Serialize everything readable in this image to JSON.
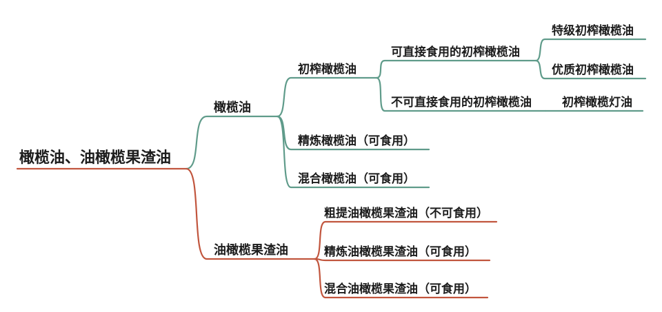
{
  "colors": {
    "green": "#5f9b8a",
    "red": "#c1553d",
    "text": "#1c1c1c",
    "background": "#ffffff"
  },
  "nodes": {
    "root": {
      "label": "橄榄油、油橄榄果渣油"
    },
    "olive_oil": {
      "label": "橄榄油"
    },
    "virgin_olive_oil": {
      "label": "初榨橄榄油"
    },
    "edible_virgin": {
      "label": "可直接食用的初榨橄榄油"
    },
    "extra_virgin": {
      "label": "特级初榨橄榄油"
    },
    "fine_virgin": {
      "label": "优质初榨橄榄油"
    },
    "inedible_virgin": {
      "label": "不可直接食用的初榨橄榄油"
    },
    "lampante_virgin": {
      "label": "初榨橄榄灯油"
    },
    "refined_olive_oil": {
      "label": "精炼橄榄油（可食用）"
    },
    "blended_olive_oil": {
      "label": "混合橄榄油（可食用）"
    },
    "pomace_oil": {
      "label": "油橄榄果渣油"
    },
    "crude_pomace": {
      "label": "粗提油橄榄果渣油（不可食用）"
    },
    "refined_pomace": {
      "label": "精炼油橄榄果渣油（可食用）"
    },
    "blended_pomace": {
      "label": "混合油橄榄果渣油（可食用）"
    }
  },
  "hierarchy": {
    "label": "橄榄油、油橄榄果渣油",
    "children": [
      {
        "label": "橄榄油",
        "branch_color": "#5f9b8a",
        "children": [
          {
            "label": "初榨橄榄油",
            "children": [
              {
                "label": "可直接食用的初榨橄榄油",
                "children": [
                  {
                    "label": "特级初榨橄榄油"
                  },
                  {
                    "label": "优质初榨橄榄油"
                  }
                ]
              },
              {
                "label": "不可直接食用的初榨橄榄油",
                "children": [
                  {
                    "label": "初榨橄榄灯油"
                  }
                ]
              }
            ]
          },
          {
            "label": "精炼橄榄油（可食用）"
          },
          {
            "label": "混合橄榄油（可食用）"
          }
        ]
      },
      {
        "label": "油橄榄果渣油",
        "branch_color": "#c1553d",
        "children": [
          {
            "label": "粗提油橄榄果渣油（不可食用）"
          },
          {
            "label": "精炼油橄榄果渣油（可食用）"
          },
          {
            "label": "混合油橄榄果渣油（可食用）"
          }
        ]
      }
    ]
  }
}
